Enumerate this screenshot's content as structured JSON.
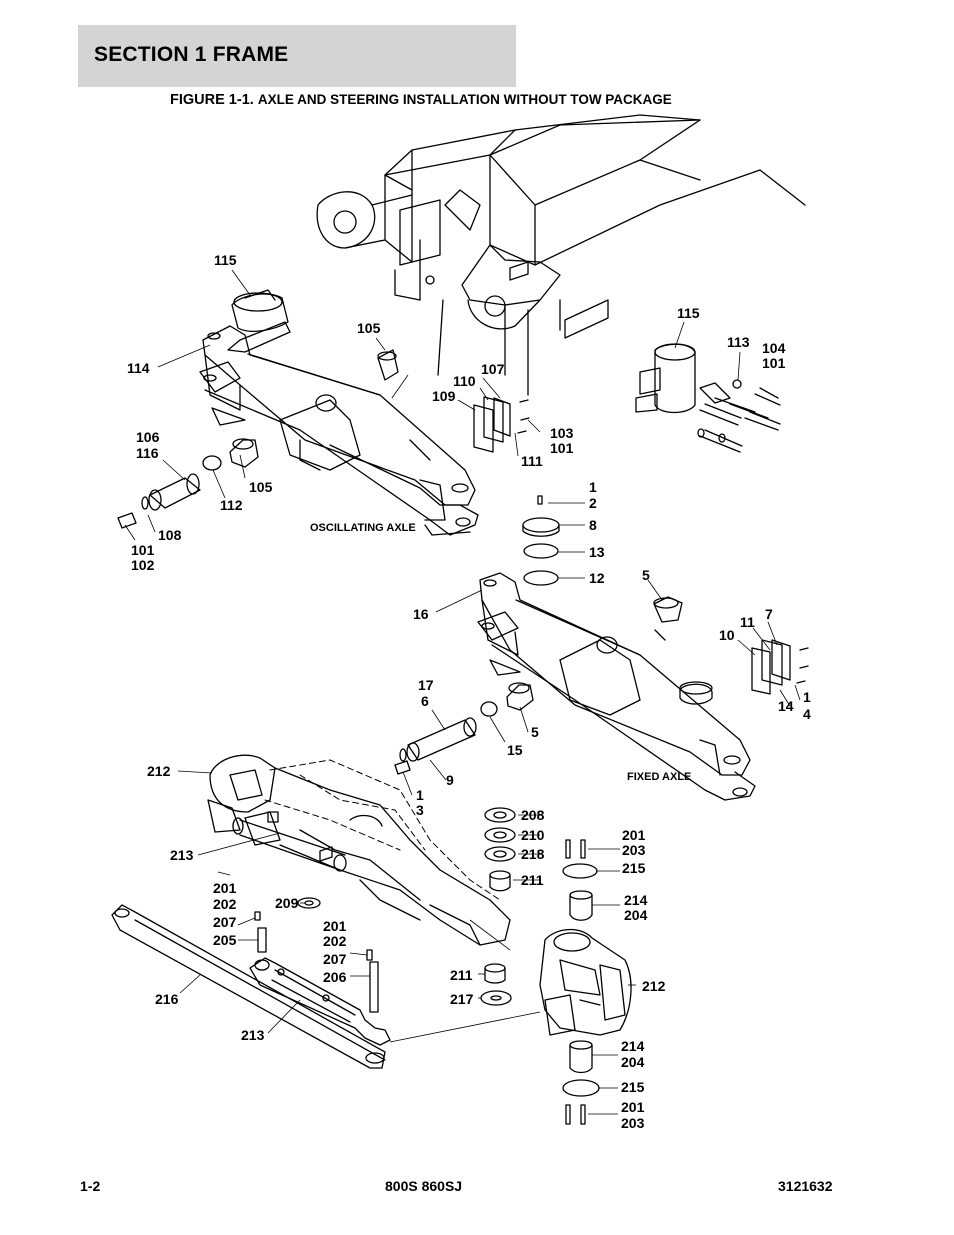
{
  "header": {
    "section_title": "SECTION 1  FRAME",
    "figure_number": "FIGURE 1-1.",
    "figure_caption": "AXLE AND STEERING INSTALLATION WITHOUT TOW PACKAGE"
  },
  "diagram": {
    "captions": [
      "OSCILLATING AXLE",
      "FIXED AXLE"
    ],
    "callouts": [
      "115",
      "105",
      "114",
      "107",
      "110",
      "109",
      "115",
      "113",
      "104",
      "101",
      "106",
      "116",
      "105",
      "112",
      "103",
      "101",
      "111",
      "108",
      "101",
      "102",
      "1",
      "2",
      "8",
      "13",
      "12",
      "5",
      "16",
      "7",
      "11",
      "10",
      "17",
      "6",
      "5",
      "15",
      "1",
      "4",
      "14",
      "212",
      "9",
      "1",
      "3",
      "208",
      "210",
      "218",
      "211",
      "201",
      "203",
      "215",
      "213",
      "201",
      "202",
      "207",
      "205",
      "209",
      "201",
      "202",
      "207",
      "206",
      "214",
      "204",
      "212",
      "211",
      "217",
      "216",
      "213",
      "214",
      "204",
      "215",
      "201",
      "203"
    ]
  },
  "footer": {
    "page_number": "1-2",
    "model": "800S 860SJ",
    "doc_number": "3121632"
  }
}
